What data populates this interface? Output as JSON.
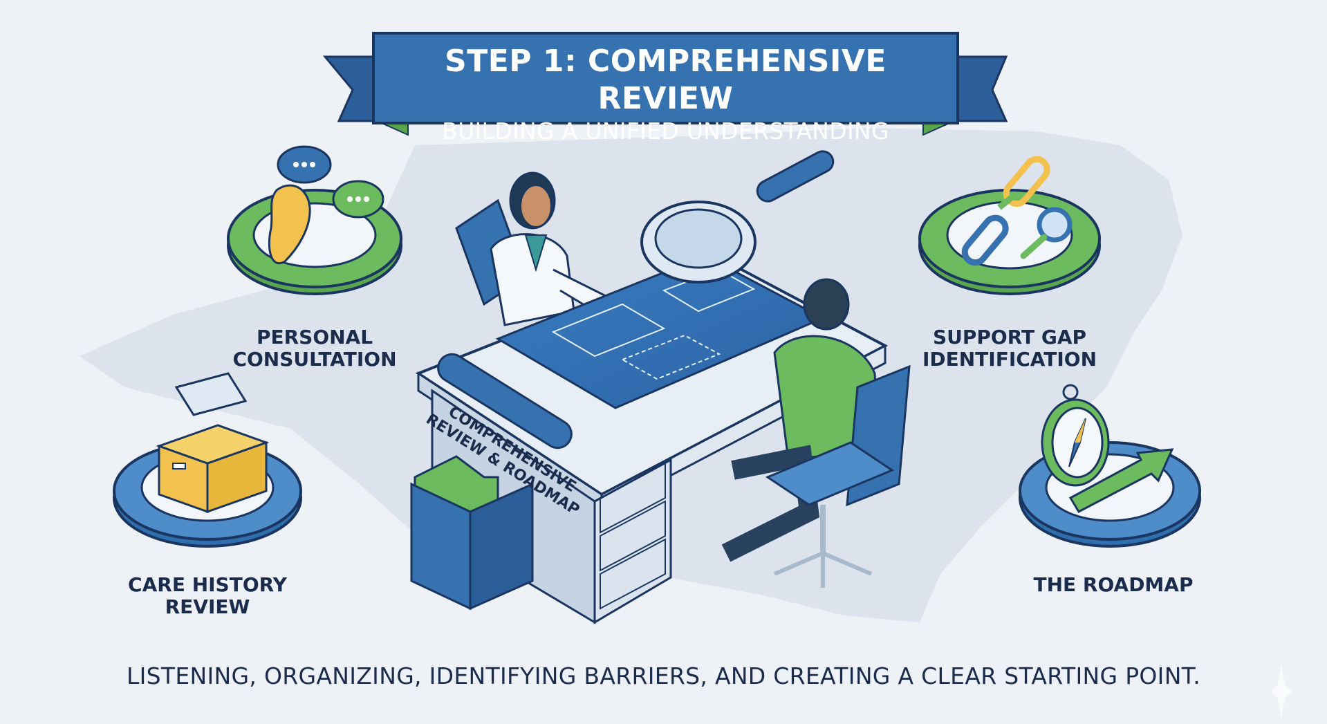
{
  "banner": {
    "title": "STEP 1: COMPREHENSIVE REVIEW",
    "subtitle": "BUILDING A UNIFIED UNDERSTANDING"
  },
  "steps": [
    {
      "label": "PERSONAL\nCONSULTATION",
      "icon": "ear-with-speech-bubbles-icon",
      "gear_color": "#5aa64f"
    },
    {
      "label": "SUPPORT GAP\nIDENTIFICATION",
      "icon": "broken-chain-magnifier-icon",
      "gear_color": "#5aa64f"
    },
    {
      "label": "CARE HISTORY\nREVIEW",
      "icon": "file-box-documents-icon",
      "gear_color": "#3d7fc0"
    },
    {
      "label": "THE ROADMAP",
      "icon": "compass-arrow-icon",
      "gear_color": "#3d7fc0"
    }
  ],
  "center": {
    "desk_label": "COMPREHENSIVE\nREVIEW & ROADMAP"
  },
  "footer": {
    "tagline": "LISTENING, ORGANIZING, IDENTIFYING BARRIERS, AND CREATING A CLEAR STARTING POINT."
  },
  "colors": {
    "primary_blue": "#2f6fae",
    "dark_navy": "#1a2b4c",
    "accent_green": "#5aa64f",
    "accent_yellow": "#f2c14e",
    "background": "#eef2f7",
    "map_gray": "#d6dde8"
  }
}
